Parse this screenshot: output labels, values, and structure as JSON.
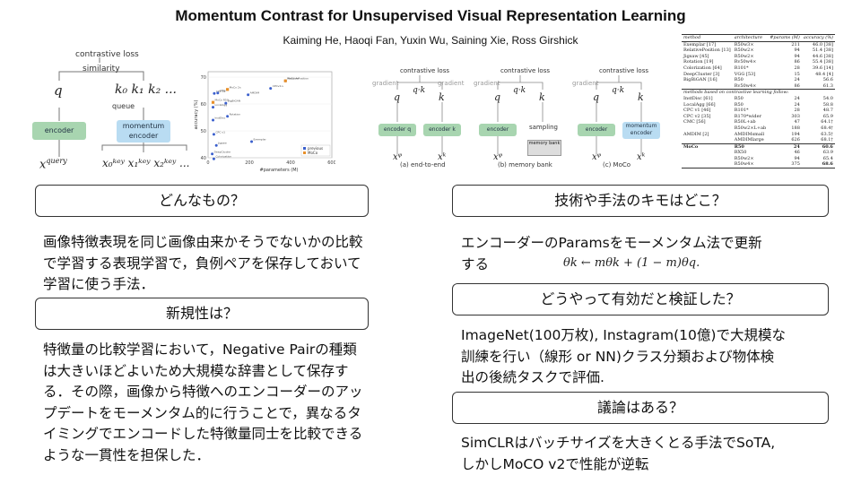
{
  "paper": {
    "title": "Momentum Contrast for Unsupervised Visual Representation Learning",
    "authors": "Kaiming He, Haoqi Fan, Yuxin Wu, Saining Xie, Ross Girshick"
  },
  "fig_left": {
    "contrastive_loss": "contrastive loss",
    "similarity": "similarity",
    "q": "q",
    "keys": "k₀ k₁ k₂ ...",
    "queue": "queue",
    "encoder": "encoder",
    "momentum_encoder": "momentum encoder",
    "x_query": "x",
    "x_query_sup": "query",
    "x_keys": "x₀ᵏᵉʸ x₁ᵏᵉʸ x₂ᵏᵉʸ ..."
  },
  "chart_data": {
    "type": "scatter",
    "title": "",
    "xlabel": "#parameters (M)",
    "ylabel": "accuracy (%)",
    "xlim": [
      0,
      600
    ],
    "ylim": [
      40,
      72
    ],
    "xticks": [
      "0",
      "200",
      "400",
      "600"
    ],
    "yticks": [
      "40",
      "50",
      "60",
      "70"
    ],
    "legend": [
      "previous",
      "MoCo"
    ],
    "legend_position": "bottom-right",
    "series": [
      {
        "name": "previous",
        "color": "#3a5fcd",
        "points": [
          [
            24,
            54.0
          ],
          [
            24,
            58.8
          ],
          [
            28,
            48.7
          ],
          [
            30,
            63.9
          ],
          [
            47,
            64.1
          ],
          [
            86,
            60.3
          ],
          [
            94,
            55.4
          ],
          [
            194,
            63.4
          ],
          [
            211,
            46.0
          ],
          [
            303,
            65.8
          ],
          [
            375,
            68.6
          ],
          [
            40,
            44.6
          ],
          [
            20,
            41.4
          ],
          [
            28,
            39.6
          ]
        ],
        "labels": [
          "InstDisc",
          "LocalAgg",
          "CPC v1",
          "CPC v2",
          "CMC",
          "BigBiGAN",
          "Rotation",
          "AMDIM",
          "Exemplar",
          "CPCv2-L",
          "RelativePosition",
          "Jigsaw",
          "DeepCluster",
          "Colorization"
        ]
      },
      {
        "name": "MoCo",
        "color": "#e8902a",
        "points": [
          [
            24,
            60.6
          ],
          [
            94,
            65.4
          ],
          [
            375,
            68.6
          ]
        ],
        "labels": [
          "MoCo R50",
          "MoCo 2x",
          "MoCo 4x"
        ]
      }
    ]
  },
  "fig_mech": {
    "contrastive_loss": "contrastive loss",
    "qk": "q·k",
    "q": "q",
    "k": "k",
    "gradient": "gradient",
    "encoder_q": "encoder q",
    "encoder_k": "encoder k",
    "encoder": "encoder",
    "sampling": "sampling",
    "memory_bank": "memory bank",
    "momentum_encoder": "momentum encoder",
    "xq": "xᵠ",
    "xk": "xᵏ",
    "cap_a": "(a) end-to-end",
    "cap_b": "(b) memory bank",
    "cap_c": "(c) MoCo"
  },
  "table": {
    "headers": [
      "method",
      "architecture",
      "#params (M)",
      "accuracy (%)"
    ],
    "rows_a": [
      [
        "Exemplar [17]",
        "R50w3×",
        "211",
        "46.0 [38]"
      ],
      [
        "RelativePosition [13]",
        "R50w2×",
        "94",
        "51.4 [38]"
      ],
      [
        "Jigsaw [45]",
        "R50w2×",
        "94",
        "44.6 [38]"
      ],
      [
        "Rotation [19]",
        "Rv50w4×",
        "86",
        "55.4 [38]"
      ],
      [
        "Colorization [64]",
        "R101*",
        "28",
        "39.6 [14]"
      ],
      [
        "DeepCluster [3]",
        "VGG [53]",
        "15",
        "48.4 [4]"
      ],
      [
        "BigBiGAN [16]",
        "R50",
        "24",
        "56.6"
      ],
      [
        "",
        "Rv50w4×",
        "86",
        "61.3"
      ]
    ],
    "section": "methods based on contrastive learning follow:",
    "rows_b": [
      [
        "InstDisc [61]",
        "R50",
        "24",
        "54.0"
      ],
      [
        "LocalAgg [66]",
        "R50",
        "24",
        "58.8"
      ],
      [
        "CPC v1 [46]",
        "R101*",
        "28",
        "48.7"
      ],
      [
        "CPC v2 [35]",
        "R170*wider",
        "303",
        "65.9"
      ],
      [
        "CMC [56]",
        "R50L+ab",
        "47",
        "64.1†"
      ],
      [
        "",
        "R50w2×L+ab",
        "188",
        "68.4†"
      ],
      [
        "AMDIM [2]",
        "AMDIMsmall",
        "194",
        "63.5†"
      ],
      [
        "",
        "AMDIMlarge",
        "626",
        "68.1†"
      ]
    ],
    "moco_label": "MoCo",
    "rows_moco": [
      [
        "R50",
        "24",
        "60.6"
      ],
      [
        "RX50",
        "46",
        "63.9"
      ],
      [
        "R50w2×",
        "94",
        "65.4"
      ],
      [
        "R50w4×",
        "375",
        "68.6"
      ]
    ]
  },
  "sections": {
    "what": {
      "label": "どんなもの？",
      "text": "画像特徴表現を同じ画像由来かそうでないかの比較で学習する表現学習で，負例ペアを保存しておいて学習に使う手法．"
    },
    "novelty": {
      "label": "新規性は？",
      "text": "特徴量の比較学習において，Negative Pairの種類は大きいほどよいため大規模な辞書として保存する．その際，画像から特徴へのエンコーダーのアップデートをモーメンタム的に行うことで，異なるタイミングでエンコードした特徴量同士を比較できるような一貫性を担保した．"
    },
    "key": {
      "label": "技術や手法のキモはどこ？",
      "text": "エンコーダーのParamsをモーメンタム法で更新する",
      "formula": "θk ← mθk + (1 − m)θq."
    },
    "validation": {
      "label": "どうやって有効だと検証した？",
      "text": "ImageNet(100万枚), Instagram(10億)で大規模な訓練を行い（線形 or NN)クラス分類および物体検出の後続タスクで評価."
    },
    "discussion": {
      "label": "議論はある？",
      "text": "SimCLRはバッチサイズを大きくとる手法でSoTA, しかしMoCO v2で性能が逆転"
    }
  }
}
